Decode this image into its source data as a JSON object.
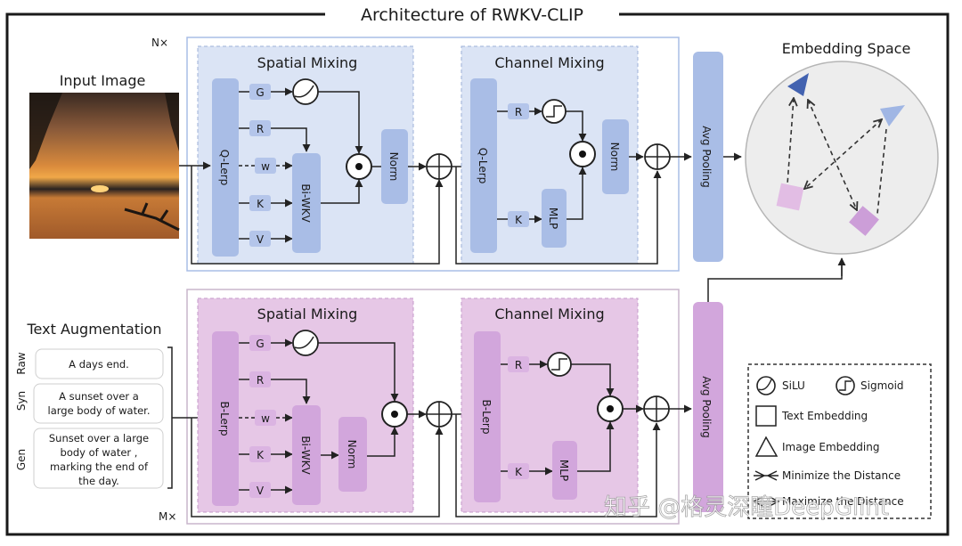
{
  "title": "Architecture of RWKV-CLIP",
  "image_encoder": {
    "repeat_label": "N×",
    "input_label": "Input Image",
    "spatial_mixing": {
      "title": "Spatial Mixing",
      "lerp": "Q-Lerp",
      "branches": [
        "G",
        "R",
        "w",
        "K",
        "V"
      ],
      "wkv": "Bi-WKV",
      "norm": "Norm"
    },
    "channel_mixing": {
      "title": "Channel Mixing",
      "lerp": "Q-Lerp",
      "branches": [
        "R",
        "K"
      ],
      "mlp": "MLP",
      "norm": "Norm"
    },
    "pooling": "Avg Pooling",
    "color": "#a9bde6"
  },
  "text_encoder": {
    "repeat_label": "M×",
    "augmentation_label": "Text Augmentation",
    "augmentations": [
      {
        "tag": "Raw",
        "text": "A days end."
      },
      {
        "tag": "Syn",
        "text": "A sunset over a large body of water."
      },
      {
        "tag": "Gen",
        "text": "Sunset over a large body of water , marking the end of the day."
      }
    ],
    "spatial_mixing": {
      "title": "Spatial Mixing",
      "lerp": "B-Lerp",
      "branches": [
        "G",
        "R",
        "w",
        "K",
        "V"
      ],
      "wkv": "Bi-WKV",
      "norm": "Norm"
    },
    "channel_mixing": {
      "title": "Channel Mixing",
      "lerp": "B-Lerp",
      "branches": [
        "R",
        "K"
      ],
      "mlp": "MLP"
    },
    "pooling": "Avg Pooling",
    "color": "#d2a6dc"
  },
  "embedding_space": {
    "title": "Embedding Space"
  },
  "legend": {
    "items": [
      {
        "icon": "silu-icon",
        "label": "SiLU"
      },
      {
        "icon": "sigmoid-icon",
        "label": "Sigmoid"
      },
      {
        "icon": "square-icon",
        "label": "Text Embedding"
      },
      {
        "icon": "triangle-icon",
        "label": "Image Embedding"
      },
      {
        "icon": "converging-arrows-icon",
        "label": "Minimize the Distance"
      },
      {
        "icon": "diverging-arrows-icon",
        "label": "Maximize the Distance"
      }
    ]
  },
  "watermark": "知乎 @格灵深瞳DeepGlint"
}
